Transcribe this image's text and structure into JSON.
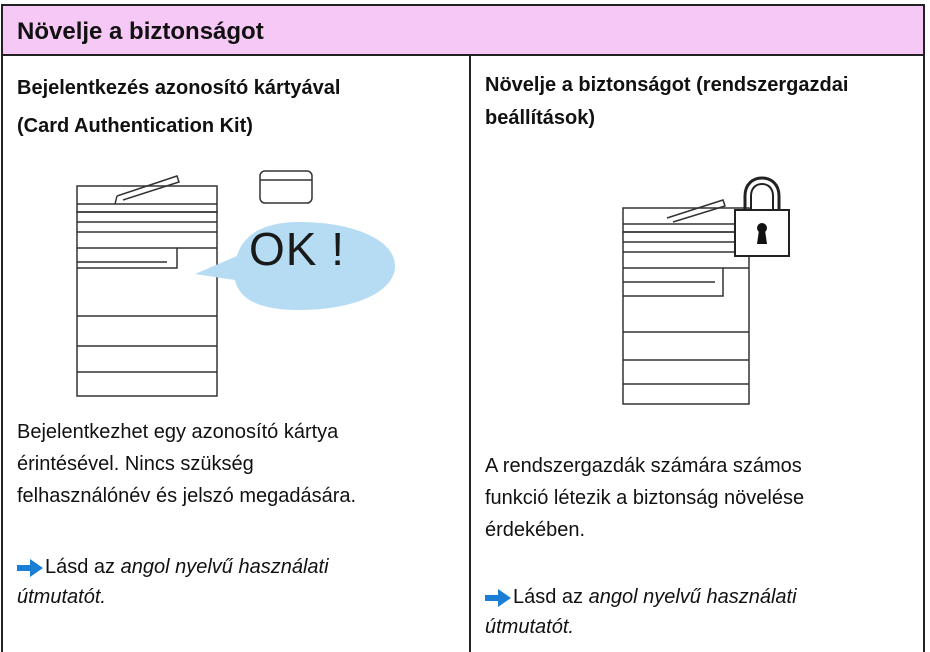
{
  "header": {
    "title": "Növelje a biztonságot"
  },
  "left": {
    "title_line1": "Bejelentkezés azonosító kártyával",
    "title_line2": "(Card Authentication Kit)",
    "ok_label": "OK !",
    "description": [
      "Bejelentkezhet egy azonosító kártya",
      "érintésével. Nincs szükség",
      "felhasználónév és jelszó megadására."
    ],
    "ref_prefix": "Lásd az",
    "ref_italic_line1": "angol nyelvű használati",
    "ref_italic_line2": "útmutatót."
  },
  "right": {
    "title_line1": "Növelje a biztonságot (rendszergazdai",
    "title_line2": "beállítások)",
    "description": [
      "A rendszergazdák számára számos",
      "funkció létezik a biztonság növelése",
      "érdekében."
    ],
    "ref_prefix": "Lásd az",
    "ref_italic_line1": "angol nyelvű használati",
    "ref_italic_line2": "útmutatót."
  },
  "colors": {
    "header_bg": "#f6c8f6",
    "ok_bubble": "#b5dcf3",
    "arrow": "#1a7fd4"
  },
  "icons": [
    "printer-icon",
    "card-icon",
    "padlock-icon",
    "arrow-right-icon"
  ]
}
